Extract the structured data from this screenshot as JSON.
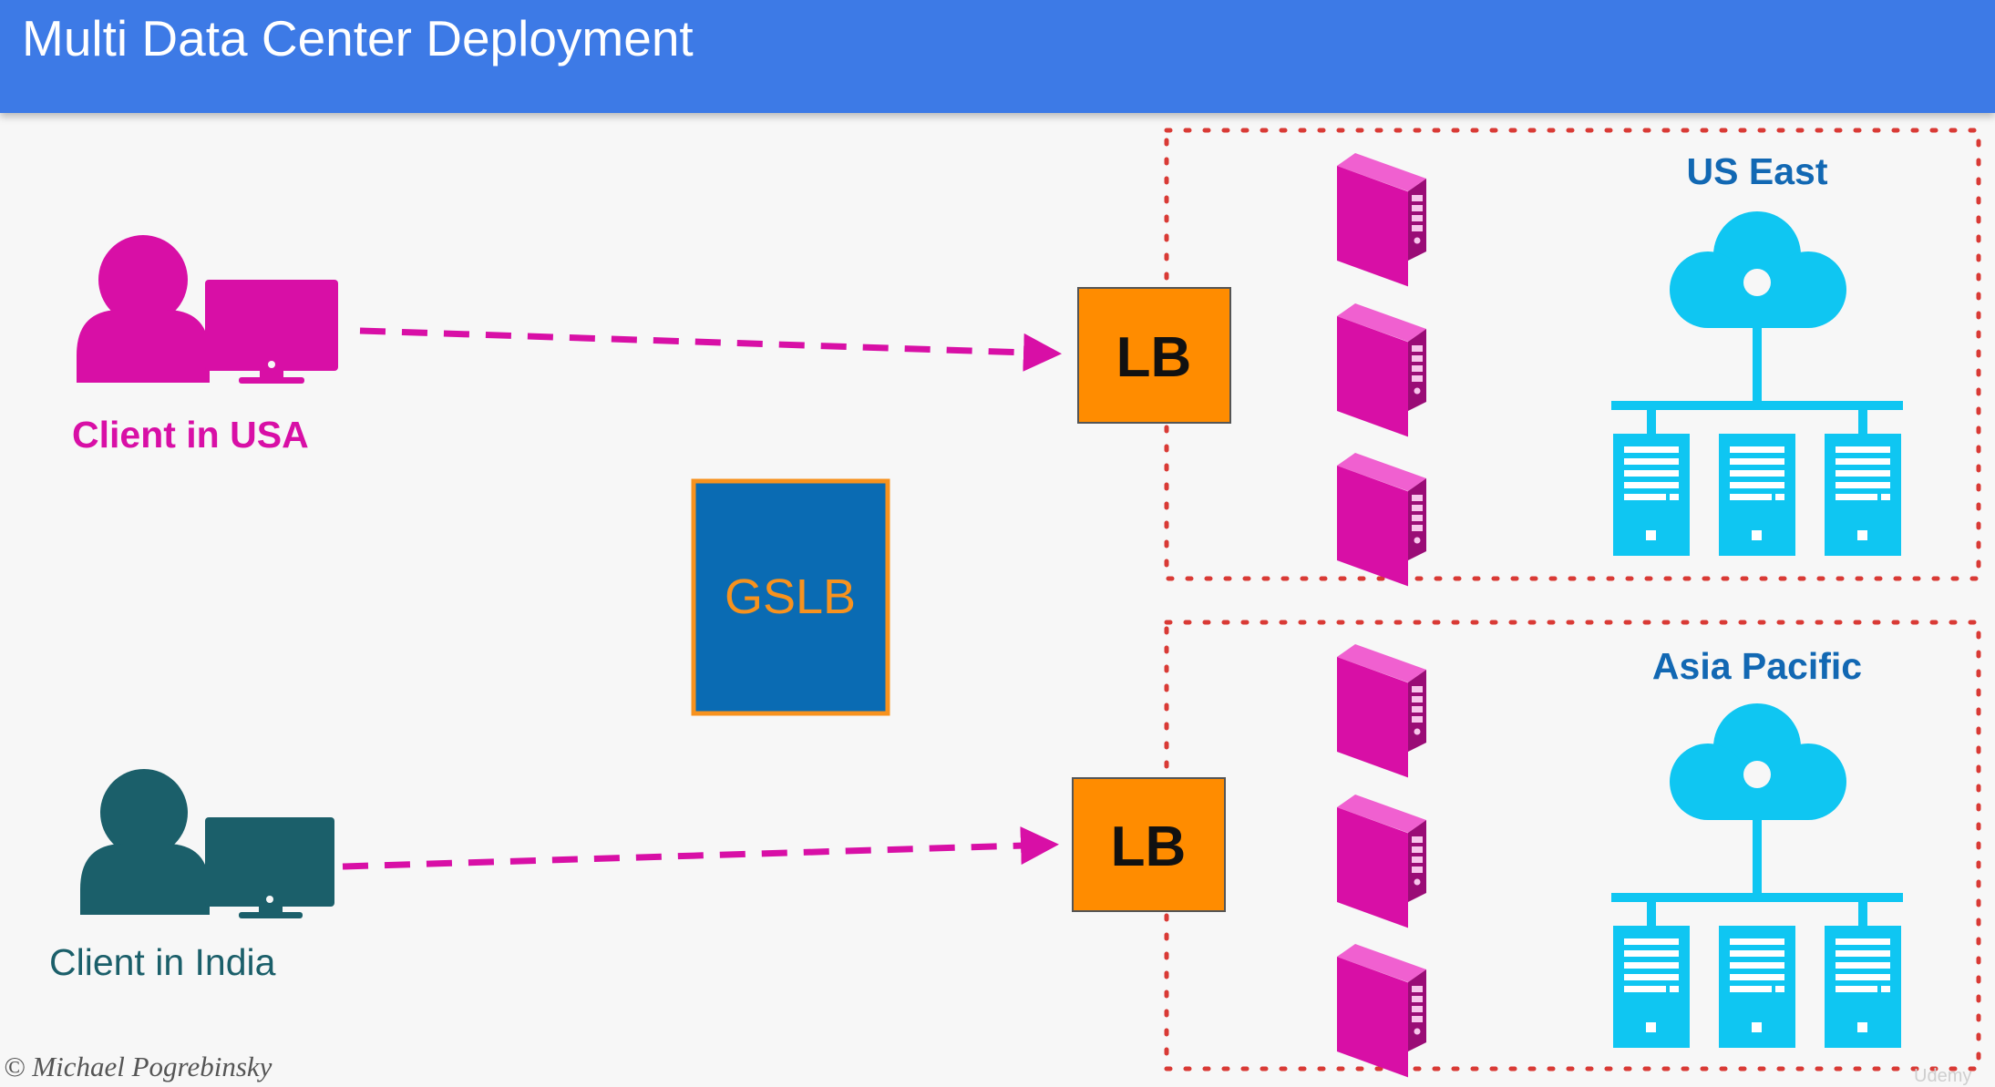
{
  "header": {
    "title": "Multi Data Center Deployment"
  },
  "clients": {
    "usa": {
      "label": "Client in USA",
      "color": "#d80fa6"
    },
    "india": {
      "label": "Client in India",
      "color": "#1b5f6a"
    }
  },
  "gslb": {
    "label": "GSLB",
    "fill": "#0a6bb3",
    "border": "#f7921e",
    "text_color": "#f7921e"
  },
  "load_balancers": {
    "us": {
      "label": "LB"
    },
    "asia": {
      "label": "LB"
    },
    "fill": "#ff8c00"
  },
  "regions": {
    "us_east": {
      "label": "US East"
    },
    "asia_pacific": {
      "label": "Asia Pacific"
    },
    "label_color": "#1268b3",
    "border_color": "#d93a35"
  },
  "colors": {
    "arrow": "#d80fa6",
    "server": "#d80fa6",
    "cloud_network": "#0fc6f2"
  },
  "icons": {
    "client": "user-with-monitor-icon",
    "server": "server-tower-icon",
    "datacenter": "cloud-network-icon"
  },
  "footer": {
    "credit": "© Michael Pogrebinsky",
    "watermark": "Udemy"
  }
}
